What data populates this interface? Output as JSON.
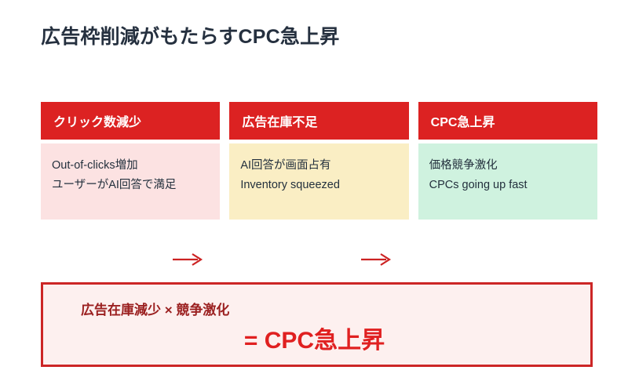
{
  "title": "広告枠削減がもたらすCPC急上昇",
  "theme": {
    "header_red": "#DC2222",
    "border_red": "#CC2626",
    "accent_red": "#E02020",
    "dark_red": "#9B2020",
    "title_navy": "#25303f",
    "body_text": "#23303d",
    "pink": "#FCE2E2",
    "cream": "#FAEEC4",
    "mint": "#CFF2DF",
    "summary_bg": "#FDF0EF"
  },
  "cards": [
    {
      "header": "クリック数減少",
      "lines": [
        "Out-of-clicks増加",
        "ユーザーがAI回答で満足"
      ],
      "body_color": "#FCE2E2"
    },
    {
      "header": "広告在庫不足",
      "lines": [
        "AI回答が画面占有",
        "Inventory squeezed"
      ],
      "body_color": "#FAEEC4"
    },
    {
      "header": "CPC急上昇",
      "lines": [
        "価格競争激化",
        "CPCs going up fast"
      ],
      "body_color": "#CFF2DF"
    }
  ],
  "arrows": [
    {
      "icon": "arrow-right-icon",
      "glyph": "→"
    },
    {
      "icon": "arrow-right-icon",
      "glyph": "→"
    }
  ],
  "summary": {
    "formula": "広告在庫減少 × 競争激化",
    "result": "= CPC急上昇"
  }
}
